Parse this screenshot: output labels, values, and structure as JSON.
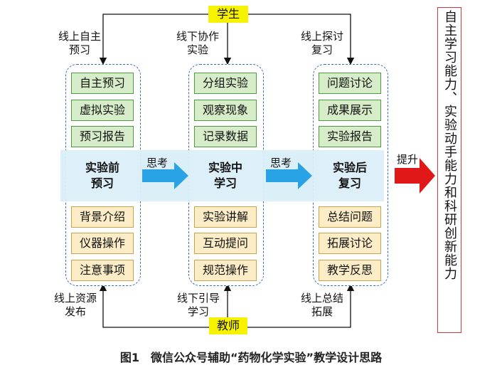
{
  "student_label": "学生",
  "teacher_label": "教师",
  "top_labels": [
    [
      "线上自主",
      "预习"
    ],
    [
      "线下协作",
      "实验"
    ],
    [
      "线上探讨",
      "复习"
    ]
  ],
  "bottom_labels": [
    [
      "线上资源",
      "发布"
    ],
    [
      "线下引导",
      "学习"
    ],
    [
      "线上总结",
      "拓展"
    ]
  ],
  "columns": [
    {
      "top_items": [
        "自主预习",
        "虚拟实验",
        "预习报告"
      ],
      "stage": [
        "实验前",
        "预习"
      ],
      "bottom_items": [
        "背景介绍",
        "仪器操作",
        "注意事项"
      ]
    },
    {
      "top_items": [
        "分组实验",
        "观察现象",
        "记录数据"
      ],
      "stage": [
        "实验中",
        "学习"
      ],
      "bottom_items": [
        "实验讲解",
        "互动提问",
        "规范操作"
      ]
    },
    {
      "top_items": [
        "问题讨论",
        "成果展示",
        "实验报告"
      ],
      "stage": [
        "实验后",
        "复习"
      ],
      "bottom_items": [
        "总结问题",
        "拓展讨论",
        "教学反思"
      ]
    }
  ],
  "think_labels": [
    "思考",
    "思考"
  ],
  "improve_label": "提升",
  "result_text": "自主学习能力、实验动手能力和科研创新能力",
  "caption": "图1　微信公众号辅助“药物化学实验”教学设计思路",
  "colors": {
    "group_border": "#3f6fb5",
    "green_fill": "#d7ecc8",
    "tan_fill": "#fcedc6",
    "band_fill": "#dbeef9",
    "blue_arrow": "#2aa3e6",
    "red_arrow": "#e01818",
    "highlight": "#f6f200",
    "result_border": "#d23a3a"
  }
}
